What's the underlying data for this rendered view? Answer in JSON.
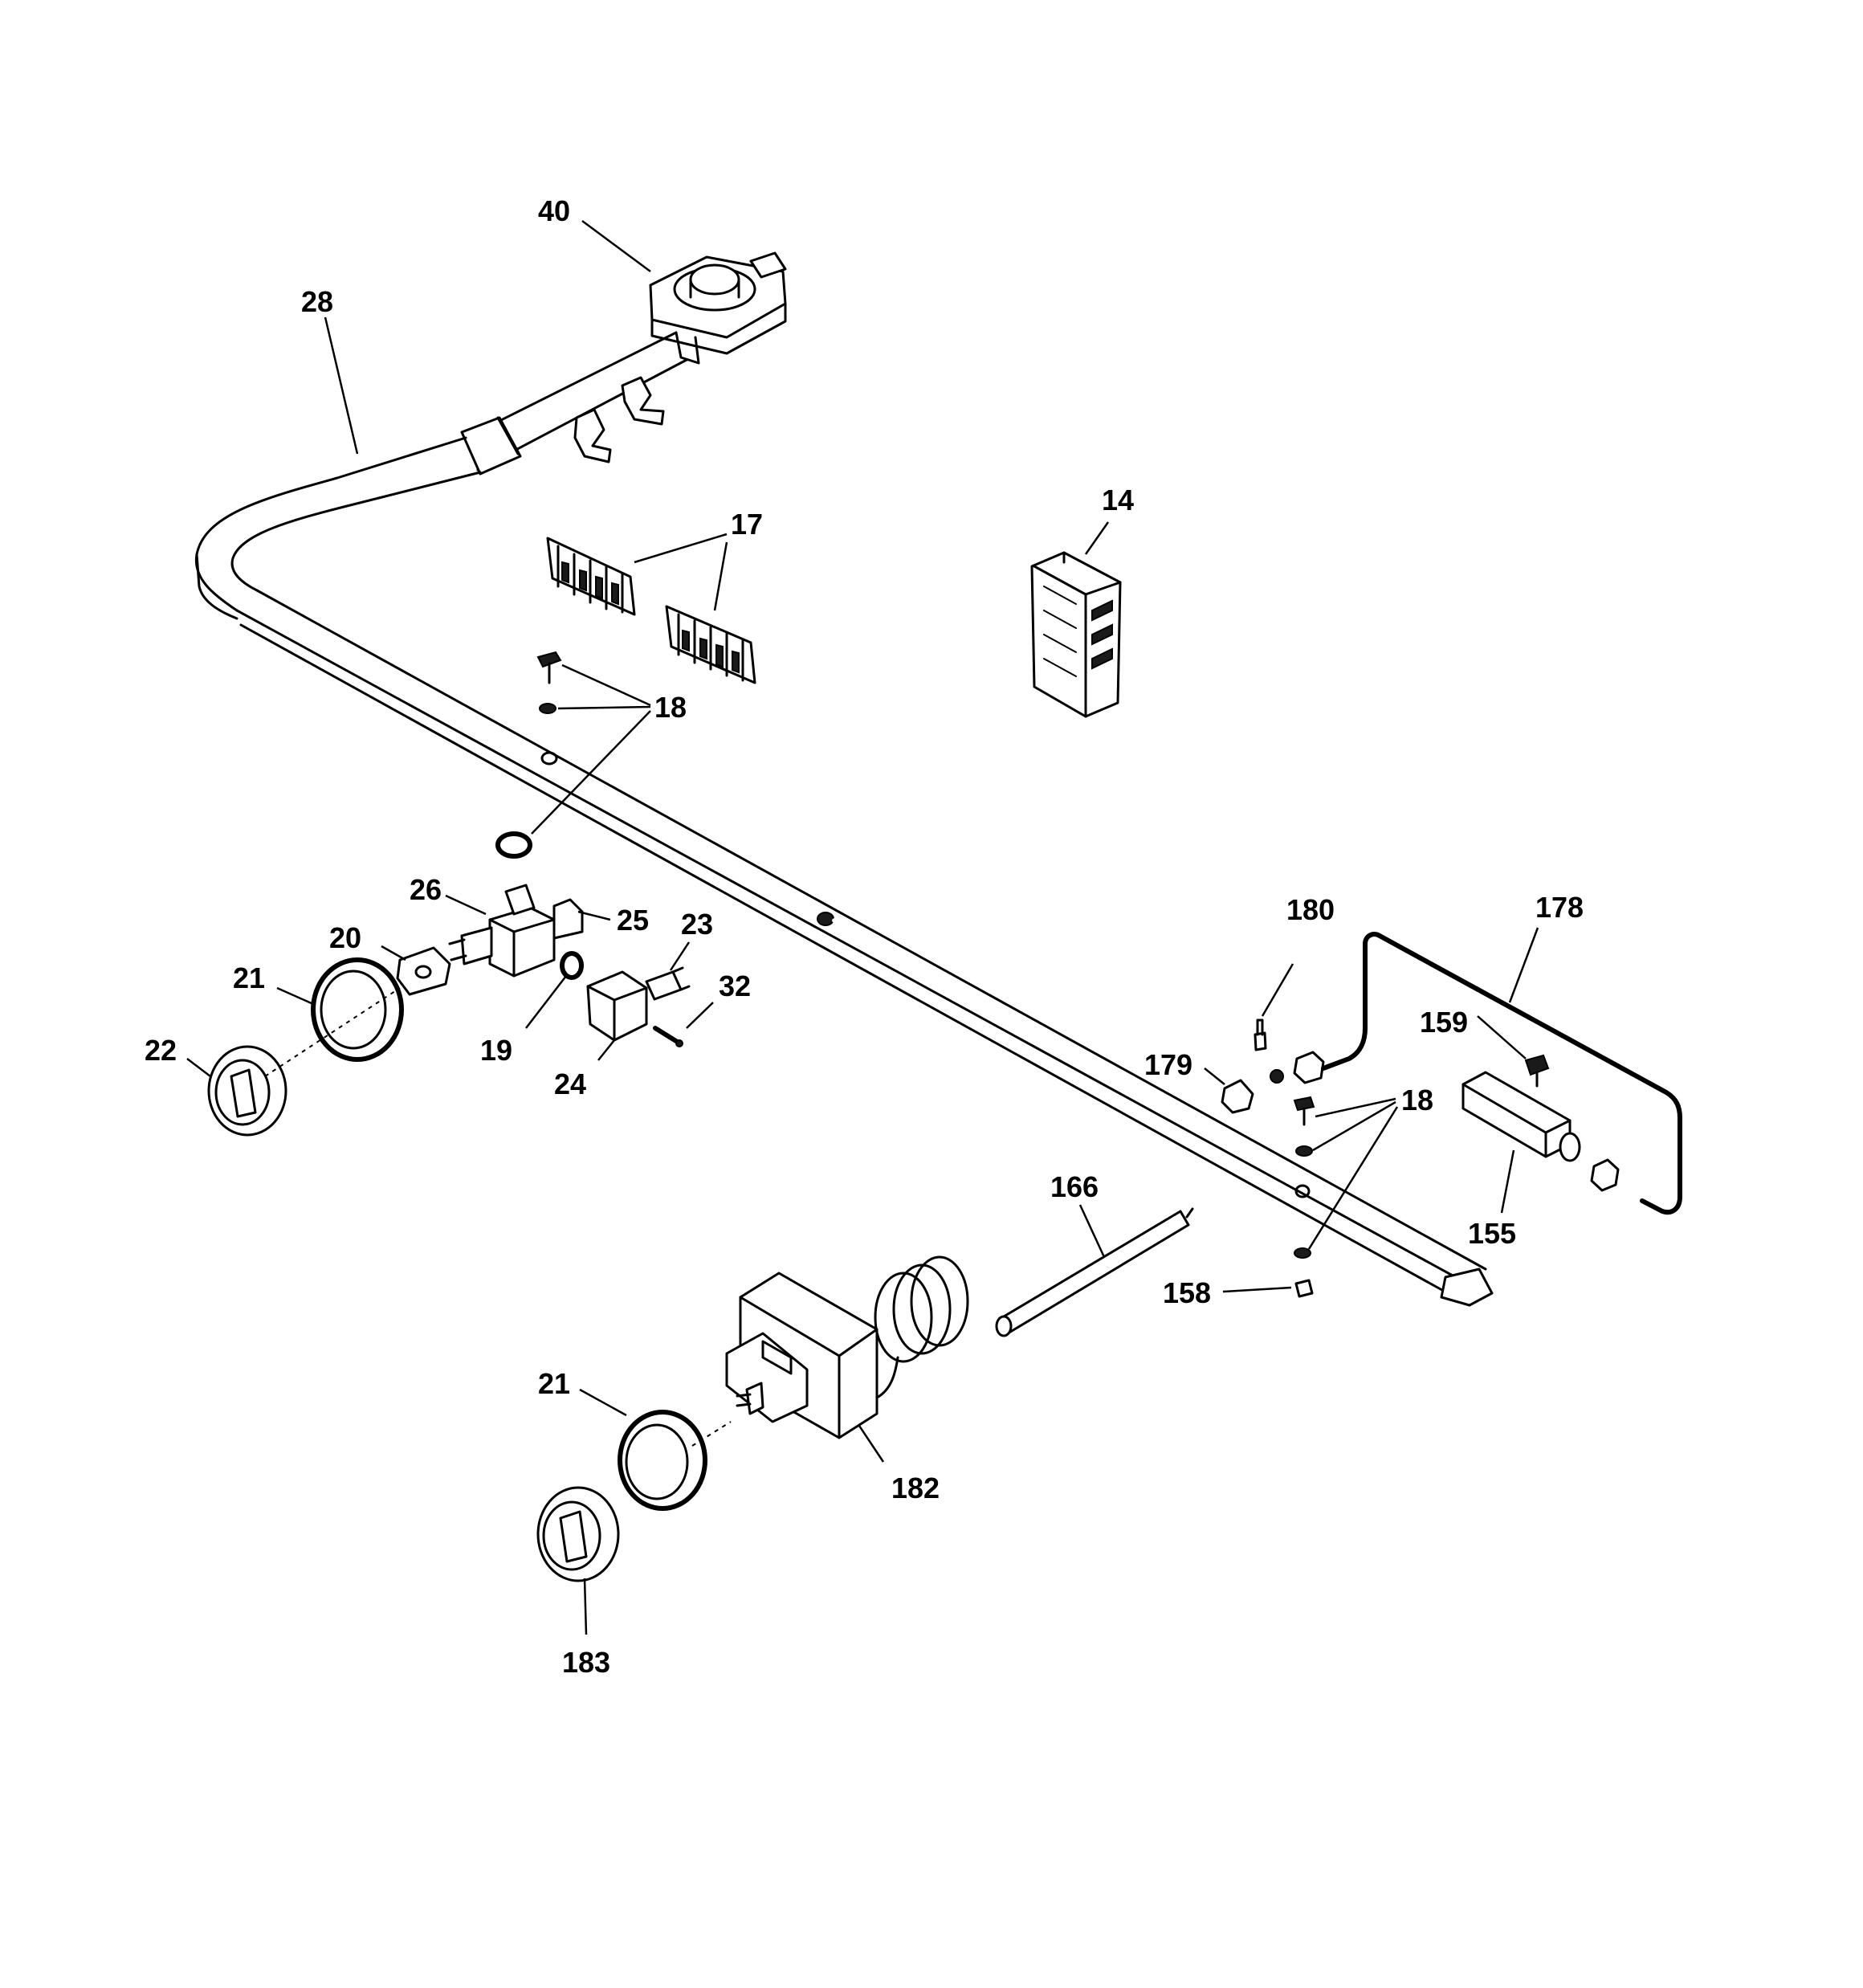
{
  "callouts": {
    "c40": "40",
    "c28": "28",
    "c14": "14",
    "c17": "17",
    "c18a": "18",
    "c26": "26",
    "c25": "25",
    "c20": "20",
    "c23": "23",
    "c21a": "21",
    "c32": "32",
    "c22": "22",
    "c19": "19",
    "c24": "24",
    "c180": "180",
    "c178": "178",
    "c159": "159",
    "c179": "179",
    "c18b": "18",
    "c155": "155",
    "c166": "166",
    "c158": "158",
    "c21b": "21",
    "c182": "182",
    "c183": "183"
  },
  "colors": {
    "ink": "#000000",
    "paper": "#ffffff"
  }
}
